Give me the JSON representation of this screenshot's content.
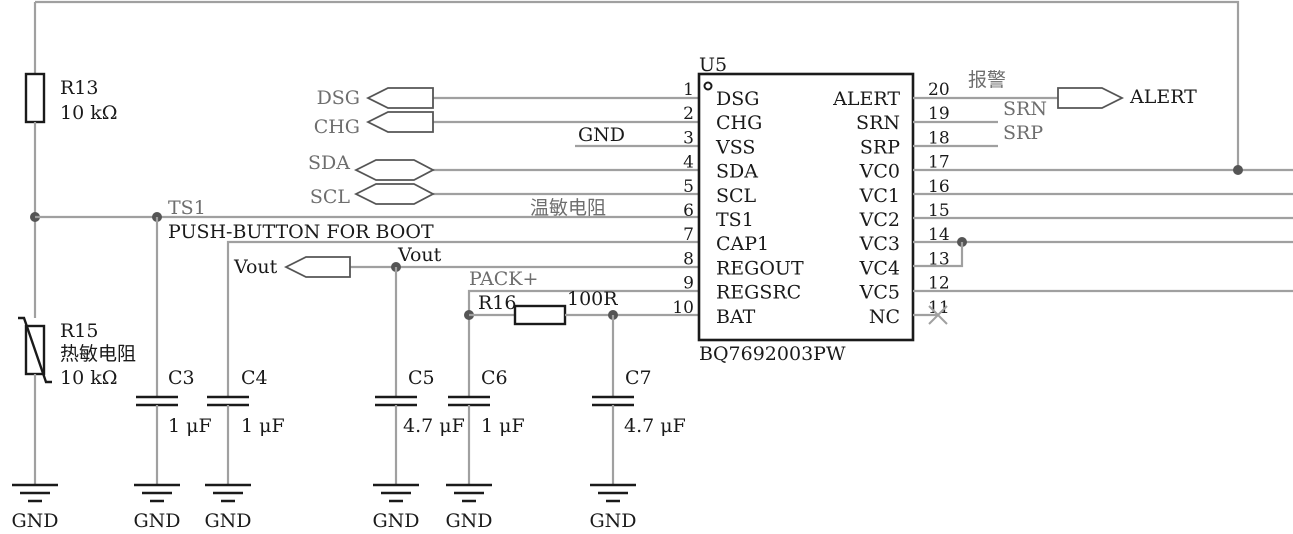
{
  "ic": {
    "ref": "U5",
    "part": "BQ7692003PW",
    "left_pins": [
      {
        "num": "1",
        "name": "DSG"
      },
      {
        "num": "2",
        "name": "CHG"
      },
      {
        "num": "3",
        "name": "VSS"
      },
      {
        "num": "4",
        "name": "SDA"
      },
      {
        "num": "5",
        "name": "SCL"
      },
      {
        "num": "6",
        "name": "TS1"
      },
      {
        "num": "7",
        "name": "CAP1"
      },
      {
        "num": "8",
        "name": "REGOUT"
      },
      {
        "num": "9",
        "name": "REGSRC"
      },
      {
        "num": "10",
        "name": "BAT"
      }
    ],
    "right_pins": [
      {
        "num": "20",
        "name": "ALERT"
      },
      {
        "num": "19",
        "name": "SRN"
      },
      {
        "num": "18",
        "name": "SRP"
      },
      {
        "num": "17",
        "name": "VC0"
      },
      {
        "num": "16",
        "name": "VC1"
      },
      {
        "num": "15",
        "name": "VC2"
      },
      {
        "num": "14",
        "name": "VC3"
      },
      {
        "num": "13",
        "name": "VC4"
      },
      {
        "num": "12",
        "name": "VC5"
      },
      {
        "num": "11",
        "name": "NC"
      }
    ]
  },
  "ports": {
    "dsg": "DSG",
    "chg": "CHG",
    "sda": "SDA",
    "scl": "SCL",
    "vout": "Vout",
    "alert": "ALERT"
  },
  "nets": {
    "gnd_vss": "GND",
    "ts1": "TS1",
    "ts1_cn": "温敏电阻",
    "cap1": "PUSH-BUTTON FOR BOOT",
    "vout": "Vout",
    "pack": "PACK+",
    "alert_cn": "报警",
    "srn": "SRN",
    "srp": "SRP"
  },
  "components": {
    "r13": {
      "ref": "R13",
      "value": "10 kΩ"
    },
    "r15": {
      "ref": "R15",
      "desc": "热敏电阻",
      "value": "10 kΩ"
    },
    "r16": {
      "ref": "R16",
      "value": "100R"
    },
    "c3": {
      "ref": "C3",
      "value": "1 μF"
    },
    "c4": {
      "ref": "C4",
      "value": "1 μF"
    },
    "c5": {
      "ref": "C5",
      "value": "4.7 μF"
    },
    "c6": {
      "ref": "C6",
      "value": "1 μF"
    },
    "c7": {
      "ref": "C7",
      "value": "4.7 μF"
    }
  },
  "gnd_labels": [
    "GND",
    "GND",
    "GND",
    "GND",
    "GND",
    "GND"
  ]
}
